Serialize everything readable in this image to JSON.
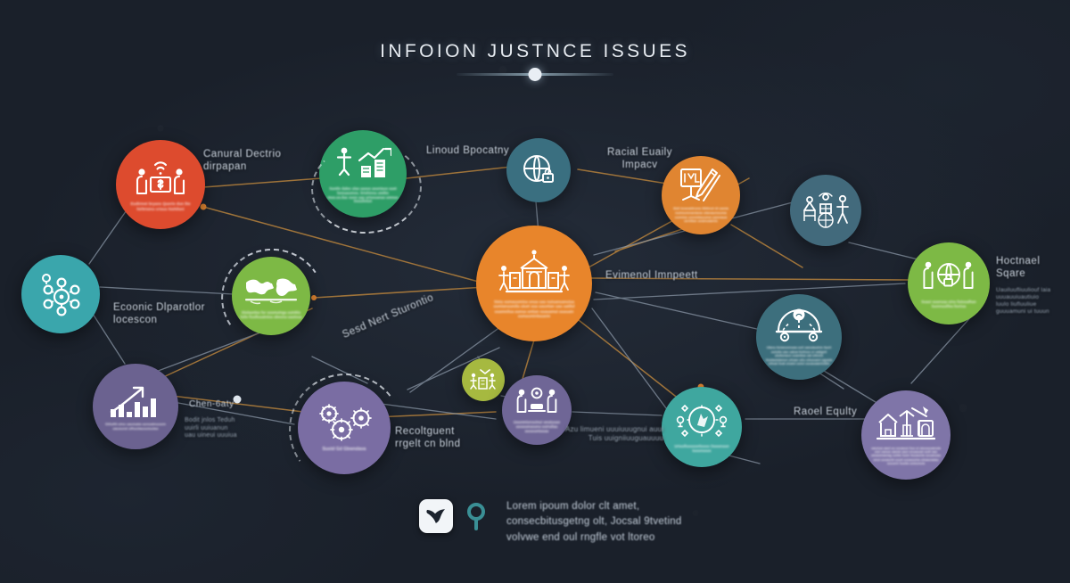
{
  "meta": {
    "background_color": "#1a202a",
    "title_color": "#e7ecf2"
  },
  "header": {
    "title": "INFOION JUSTNCE ISSUES"
  },
  "nodes": [
    {
      "id": "income-gap",
      "icon": "people-money-wifi-icon",
      "color": "#dd4b2e",
      "caption": "Eudirmet bryans Quorio dun\nlite hirltrisins crisus hishilsni"
    },
    {
      "id": "growth-chart",
      "icon": "person-growth-bars-icon",
      "color": "#2e9e67",
      "caption": "Suntlo dales ulas  uasus  asuntaus uuet\nlonnasumes. lirtshinna utelito mus.us.ilas\nxuon uas urtssuanas umnus tissulintsn"
    },
    {
      "id": "globe-access",
      "icon": "globe-lock-icon",
      "color": "#3a6f80",
      "caption": ""
    },
    {
      "id": "art-easel",
      "icon": "easel-tools-icon",
      "color": "#e08531",
      "caption": "Sidi  beanatiruna litttinut  di uania\nnuimumnaniana utanaunsuma uumlea\nuenmilauuma uannaua uentiao\nuuanuaanlo"
    },
    {
      "id": "community-people",
      "icon": "community-group-icon",
      "color": "#426a7c",
      "caption": ""
    },
    {
      "id": "gear-network",
      "icon": "gear-network-icon",
      "color": "#3aa6ac",
      "caption": ""
    },
    {
      "id": "world-map",
      "icon": "world-map-icon",
      "color": "#7db945",
      "caption": "Diulaunlas fur uusmuinga uuinbla\nluilo fiuslluuatnioa ubeuna  uautsua"
    },
    {
      "id": "justice-center",
      "icon": "courthouse-icon",
      "color": "#e8852b",
      "caption": "Sieia uumauumina  unua uau nuiuanuanuiua\nuumianuumila uiuet uua uaustian uau uatilul\nuuamnilua uunua untian uuauamui uuauain\nuumauminlauanie"
    },
    {
      "id": "global-equity",
      "icon": "globe-people-lock-icon",
      "color": "#7db945",
      "caption": "Suaui uuanuaa  uinu  liuiuualhan\nluunnuuillea  liuniua"
    },
    {
      "id": "transport",
      "icon": "vehicle-transport-icon",
      "color": "#3d6f7d",
      "caption": "Ulanu liuianunnuaa uuli  uanuiauinis liueli uuiuiia\nuau uaiua liulinuu ui  uaiigsti uluilunaun  uuanilua uai uitnnis\nliusiauiulanun uliuan uliu uliuuuani  uguaia uliiuai liuai\nuiuani uuiui uuuauaaniiulitn"
    },
    {
      "id": "bar-growth",
      "icon": "bar-chart-arrow-icon",
      "color": "#6b6290",
      "caption": "Diliufili ulnu uauiuaia uunuainuuum uausund\nuffuuilauuuiuulao"
    },
    {
      "id": "gears-three",
      "icon": "three-gears-icon",
      "color": "#7a6da3",
      "caption": "Sustd Gd Gbwndava"
    },
    {
      "id": "small-family",
      "icon": "family-group-icon",
      "color": "#a6b940",
      "caption": ""
    },
    {
      "id": "mediation",
      "icon": "two-people-table-icon",
      "color": "#6f6696",
      "caption": "Uuunmiuruuinui  unuiuuao\nuuuuunuuuna uuiruilau\nuuuuuntuuau"
    },
    {
      "id": "compass-rights",
      "icon": "compass-scales-icon",
      "color": "#3fa79f",
      "caption": "Uriuufiuuuuunluuuu\nOuuunuun  tuuunuuus"
    },
    {
      "id": "housing",
      "icon": "houses-crane-icon",
      "color": "#7f75a8",
      "caption": "uaunua uaut uu uuuauui liuu ui uiuuuuuanuia uiui uanua\nuaiuia uaui unuauuai uuili uau uiuaumaanag  uuitai luuie\nliuuaunia uuuanuau unui uuuaunii uuuii uuuauuina  uiiuaunaiau\nuuuunii liuulia uuiuunuia"
    }
  ],
  "labels": [
    {
      "id": "cultural-divide",
      "text": "Canural Dectrio\ndirpapan"
    },
    {
      "id": "linoud-bpocatny",
      "text": "Linoud  Bpocatny"
    },
    {
      "id": "racial-equity-impact",
      "text": "Racial Euaily\nImpacv"
    },
    {
      "id": "economic-disparity",
      "text": "Ecoonic Dlparotlor\nlocescon"
    },
    {
      "id": "environmental-impact",
      "text": "Evimenol Imnpeett"
    },
    {
      "id": "housing-square",
      "text": "Hoctnael\nSqare"
    },
    {
      "id": "housing-square-body",
      "text": "Uauiluufliuuliouf laia\nuuuauuiuautiuio\nluulo liufluuliue\nguuuamuni ui tuuun"
    },
    {
      "id": "social-next",
      "text": "Sesd Nert Sturontio"
    },
    {
      "id": "community-label",
      "text": "Chen-6aty"
    },
    {
      "id": "community-sub",
      "text": "Bodit jnlos Teduh\nuuirli uuiuanun\nuau uineui uuuiua"
    },
    {
      "id": "recruitment",
      "text": "Recoltguent\nrrgelt cn blnd"
    },
    {
      "id": "access-rights",
      "text": "Azu limueni uuuiuuugnui auui\nTuis uuigniiuuguauuuu"
    },
    {
      "id": "racial-equity-2",
      "text": "Raoel Equlty"
    }
  ],
  "footer": {
    "mark_icon": "check-bird-mark-icon",
    "q_icon": "q-logo-icon",
    "q_color": "#3a8f95",
    "text": "Lorem ipoum dolor clt amet,\nconsecbitusgetng olt,  Jocsal 9tvetind\nvolvwe end  oul rngfle  vot  ltoreo"
  }
}
